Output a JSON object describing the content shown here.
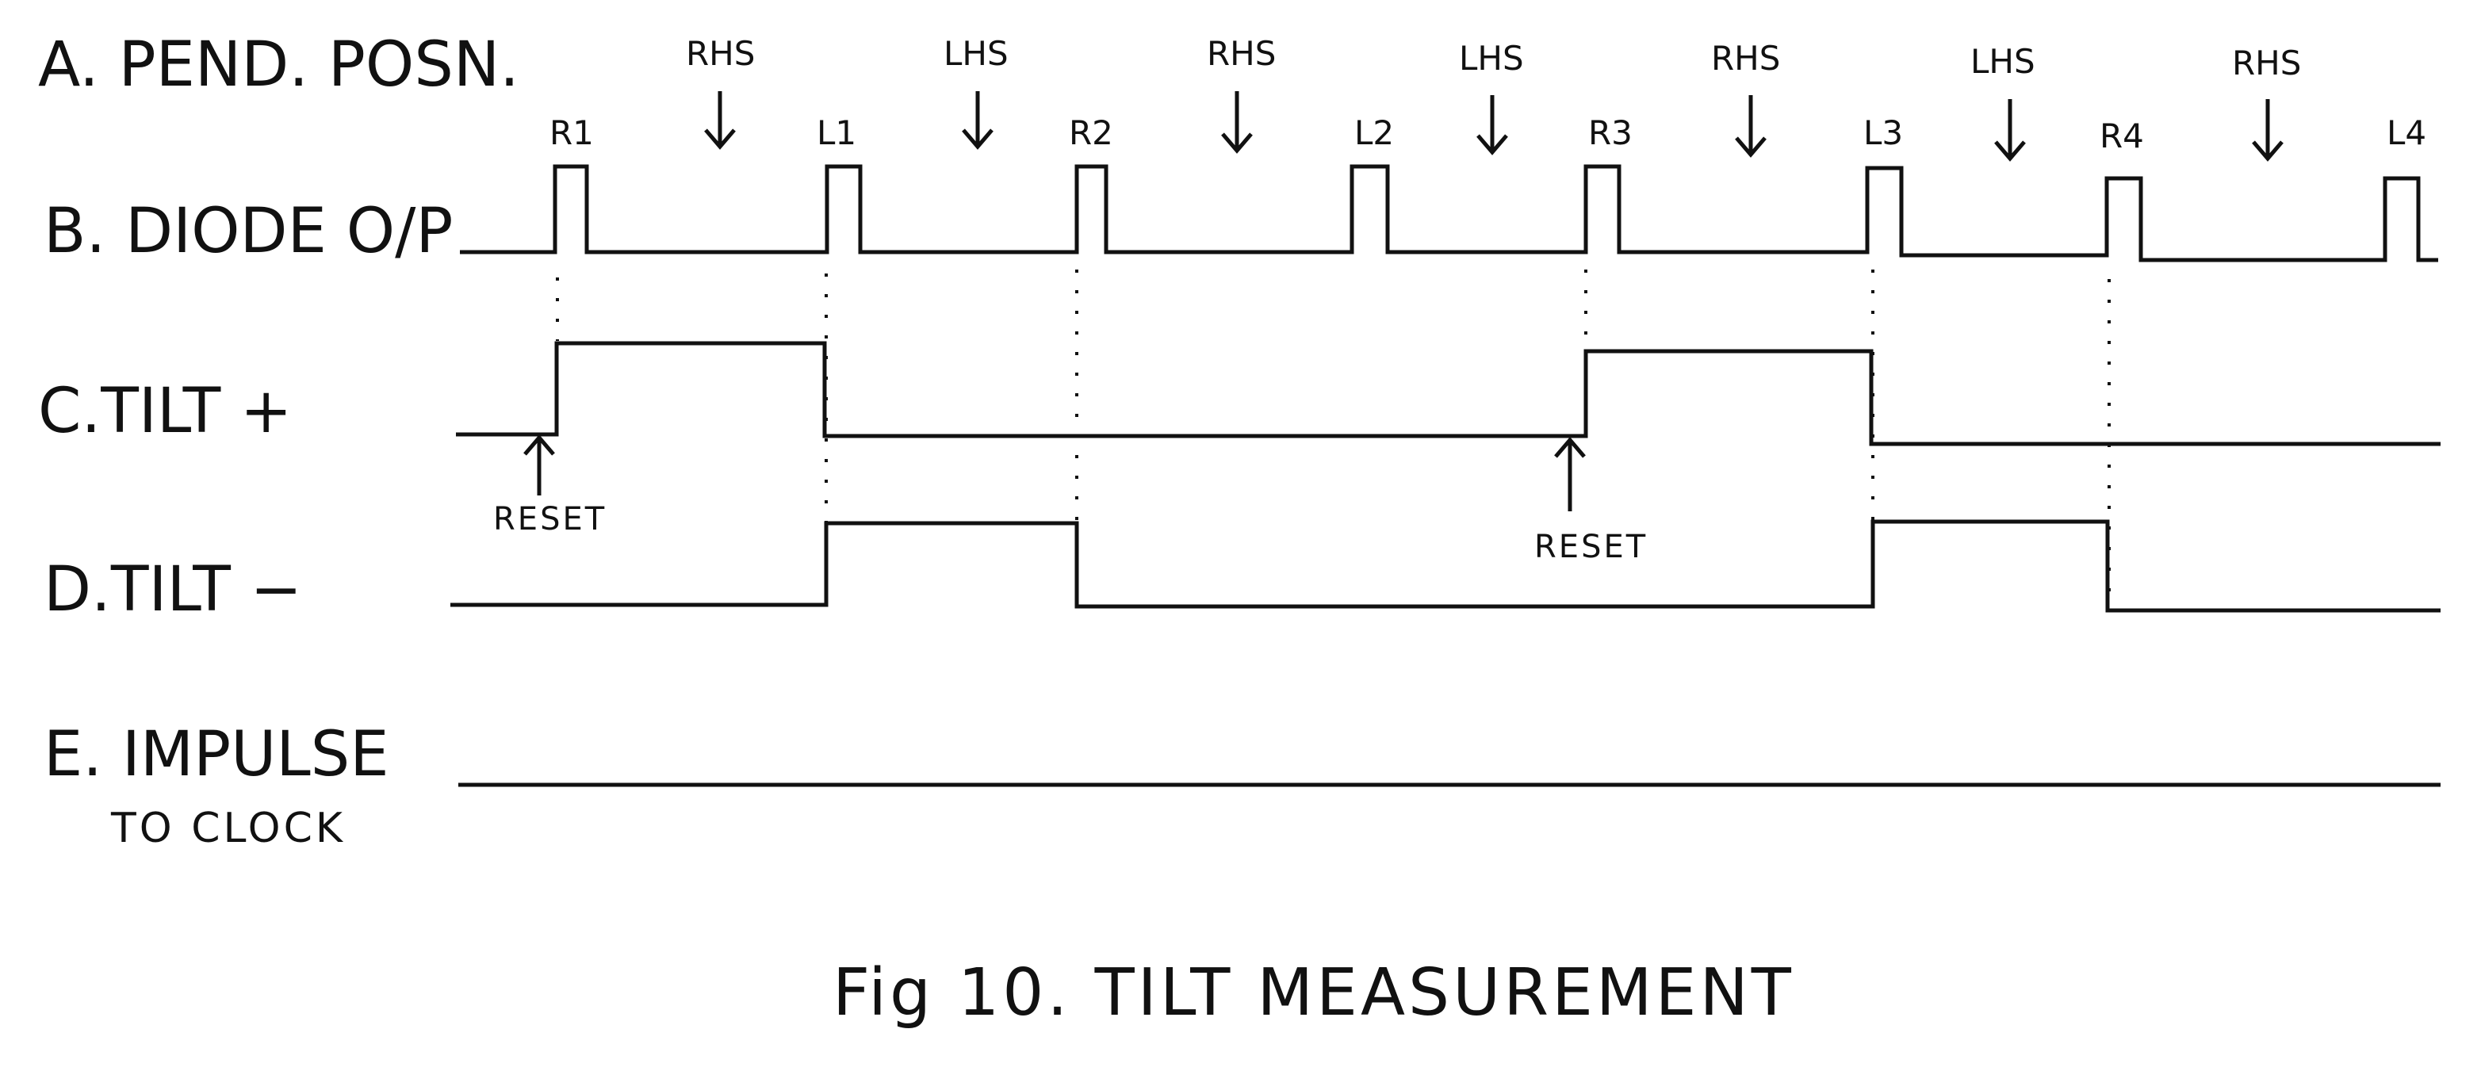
{
  "rows": [
    {
      "label": "A. PEND. POSN."
    },
    {
      "label": "B. DIODE O/P"
    },
    {
      "label": "C.TILT +"
    },
    {
      "label": "D.TILT −"
    },
    {
      "label": "E. IMPULSE",
      "sublabel": "TO CLOCK"
    }
  ],
  "position_markers": [
    "RHS",
    "LHS",
    "RHS",
    "LHS",
    "RHS",
    "LHS",
    "RHS"
  ],
  "pulse_labels": [
    "R1",
    "L1",
    "R2",
    "L2",
    "R3",
    "L3",
    "R4",
    "L4"
  ],
  "reset_labels": [
    "RESET",
    "RESET"
  ],
  "caption": "Fig 10. TILT MEASUREMENT",
  "signals": {
    "tilt_plus_levels": [
      0,
      1,
      0,
      0,
      1,
      0,
      0,
      0
    ],
    "tilt_minus_levels": [
      0,
      0,
      1,
      0,
      0,
      1,
      0,
      0
    ],
    "impulse_levels": [
      0
    ]
  },
  "colors": {
    "ink": "#111111",
    "paper": "#ffffff"
  }
}
